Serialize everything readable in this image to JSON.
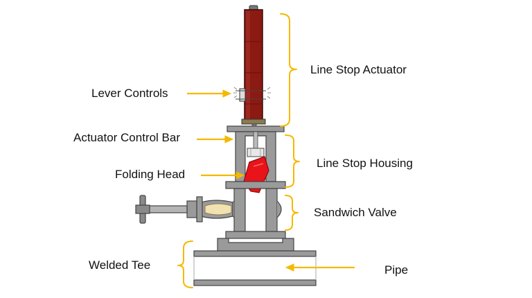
{
  "labels": {
    "line_stop_actuator": "Line Stop Actuator",
    "lever_controls": "Lever Controls",
    "actuator_control_bar": "Actuator Control Bar",
    "line_stop_housing": "Line Stop Housing",
    "folding_head": "Folding Head",
    "sandwich_valve": "Sandwich Valve",
    "welded_tee": "Welded Tee",
    "pipe": "Pipe"
  },
  "colors": {
    "callout": "#f5b800",
    "actuator": "#8b1a12",
    "folding_head": "#e8141a",
    "metal": "#9a9a9a",
    "metal_dark": "#555555",
    "valve_seat": "#f2e2b2"
  }
}
